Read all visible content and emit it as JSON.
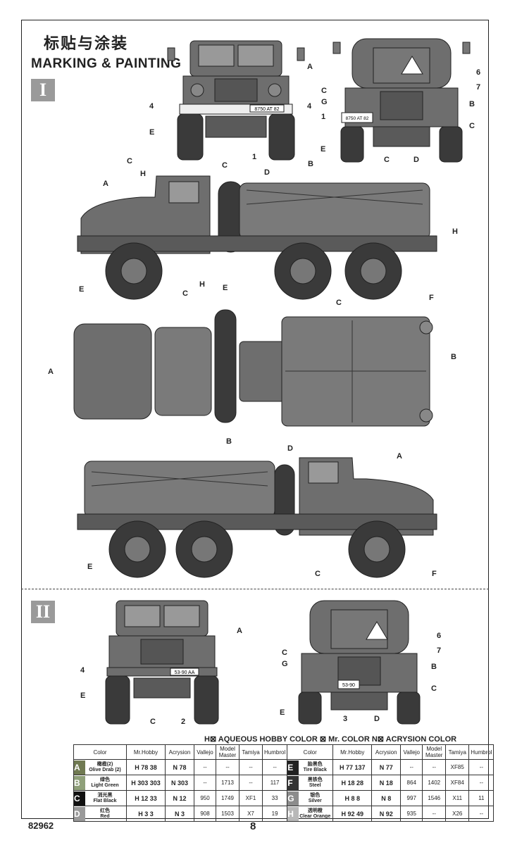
{
  "header": {
    "title_cn": "标贴与涂装",
    "title_en": "MARKING & PAINTING"
  },
  "sections": {
    "one": "I",
    "two": "II"
  },
  "plates": {
    "front_one": "8750 AT 82",
    "rear_one": "8750 AT 82",
    "front_two": "53-90 AA",
    "rear_two": "53-90"
  },
  "callouts": {
    "A": "A",
    "B": "B",
    "C": "C",
    "D": "D",
    "E": "E",
    "F": "F",
    "G": "G",
    "H": "H",
    "n1": "1",
    "n2": "2",
    "n3": "3",
    "n4": "4",
    "n6": "6",
    "n7": "7"
  },
  "legend": {
    "text": "H⊠ AQUEOUS HOBBY COLOR  ⊠ Mr. COLOR  N⊠ ACRYSION COLOR"
  },
  "table": {
    "headers": [
      "Color",
      "Mr.Hobby",
      "Acrysion",
      "Vallejo",
      "Model Master",
      "Tamiya",
      "Humbrol"
    ],
    "left": [
      {
        "code": "A",
        "bg": "#707a52",
        "cn": "橄榄(2)",
        "en": "Olive Drab (2)",
        "hobby": "H 78 38",
        "acrysion": "N 78",
        "vallejo": "--",
        "mm": "--",
        "tamiya": "--",
        "humbrol": "--"
      },
      {
        "code": "B",
        "bg": "#8fa07a",
        "cn": "绿色",
        "en": "Light Green",
        "hobby": "H 303 303",
        "acrysion": "N 303",
        "vallejo": "--",
        "mm": "1713",
        "tamiya": "--",
        "humbrol": "117"
      },
      {
        "code": "C",
        "bg": "#111111",
        "cn": "消光黑",
        "en": "Flat Black",
        "hobby": "H 12 33",
        "acrysion": "N 12",
        "vallejo": "950",
        "mm": "1749",
        "tamiya": "XF1",
        "humbrol": "33"
      },
      {
        "code": "D",
        "bg": "#9a9a9a",
        "cn": "红色",
        "en": "Red",
        "hobby": "H 3 3",
        "acrysion": "N 3",
        "vallejo": "908",
        "mm": "1503",
        "tamiya": "X7",
        "humbrol": "19"
      }
    ],
    "right": [
      {
        "code": "E",
        "bg": "#222222",
        "cn": "胎黑色",
        "en": "Tire Black",
        "hobby": "H 77 137",
        "acrysion": "N 77",
        "vallejo": "--",
        "mm": "--",
        "tamiya": "XF85",
        "humbrol": "--"
      },
      {
        "code": "F",
        "bg": "#333333",
        "cn": "黑铁色",
        "en": "Steel",
        "hobby": "H 18 28",
        "acrysion": "N 18",
        "vallejo": "864",
        "mm": "1402",
        "tamiya": "XF84",
        "humbrol": "--"
      },
      {
        "code": "G",
        "bg": "#8c8c8c",
        "cn": "银色",
        "en": "Silver",
        "hobby": "H 8 8",
        "acrysion": "N 8",
        "vallejo": "997",
        "mm": "1546",
        "tamiya": "X11",
        "humbrol": "11"
      },
      {
        "code": "H",
        "bg": "#b8b8b8",
        "cn": "透明橙",
        "en": "Clear Orange",
        "hobby": "H 92 49",
        "acrysion": "N 92",
        "vallejo": "935",
        "mm": "--",
        "tamiya": "X26",
        "humbrol": "--"
      }
    ]
  },
  "footer": {
    "item_number": "82962",
    "page": "8"
  },
  "colors": {
    "truck_body": "#6e6e6e",
    "truck_dark": "#4a4a4a",
    "tire": "#3a3a3a"
  }
}
